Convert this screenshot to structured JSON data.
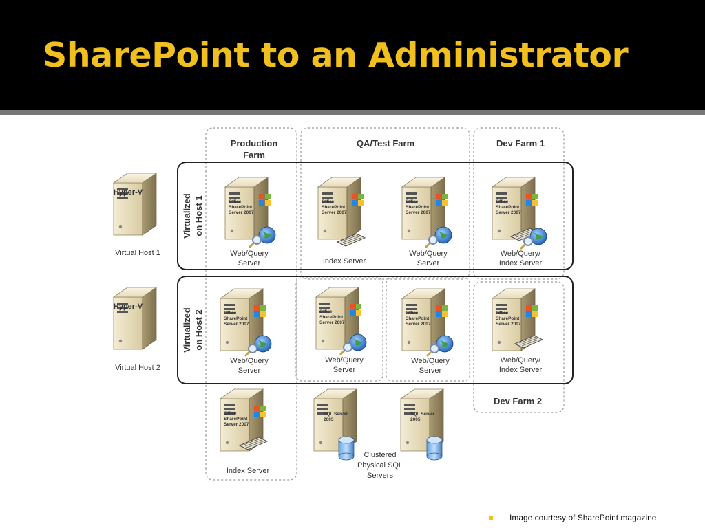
{
  "slide": {
    "title": "SharePoint to an Administrator",
    "caption": "Image courtesy of SharePoint magazine",
    "accent_color": "#f2c01e"
  },
  "diagram": {
    "farms": {
      "production": "Production Farm",
      "qa": "QA/Test Farm",
      "dev1": "Dev Farm 1",
      "dev2": "Dev Farm 2"
    },
    "hosts": {
      "host1_virtual_label": "Virtualized on Host 1",
      "host2_virtual_label": "Virtualized on Host 2",
      "host1_name": "Virtual Host 1",
      "host2_name": "Virtual Host 2",
      "hyperv_label": "Hyper-V"
    },
    "server_brand": {
      "office": "Office",
      "sharepoint": "SharePoint",
      "server": "Server 2007",
      "sql": "SQL Server",
      "sql_year": "2005"
    },
    "servers": {
      "r1_prod": "Web/Query Server",
      "r1_qa_index": "Index Server",
      "r1_qa_web": "Web/Query Server",
      "r1_dev": "Web/Query/ Index Server",
      "r2_prod": "Web/Query Server",
      "r2_qa_a": "Web/Query Server",
      "r2_qa_b": "Web/Query Server",
      "r2_dev": "Web/Query/ Index Server",
      "prod_index": "Index Server",
      "sql_cluster": "Clustered Physical SQL Servers"
    }
  }
}
